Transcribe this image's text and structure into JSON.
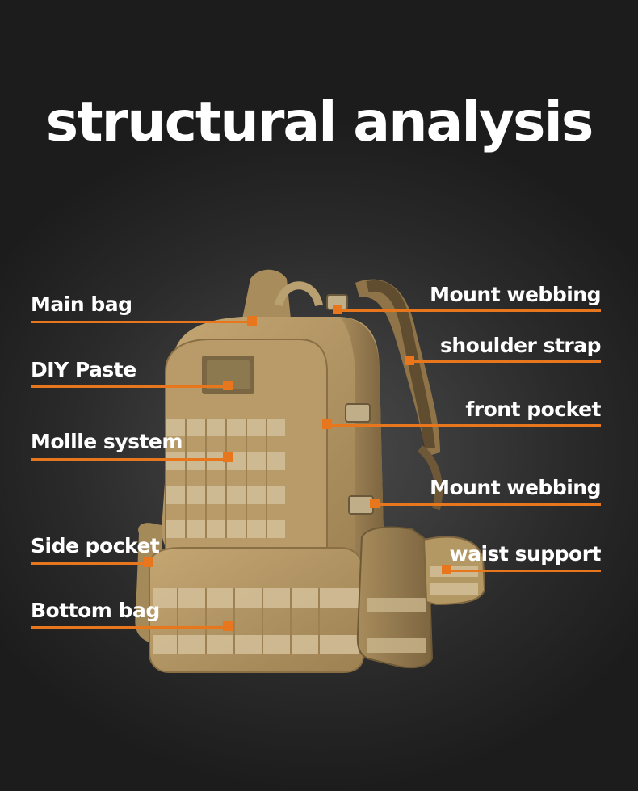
{
  "title": "structural analysis",
  "accent_color": "#e8761c",
  "labels_left": {
    "main_bag": "Main bag",
    "diy_paste": "DIY Paste",
    "molle_system": "Mollle system",
    "side_pocket": "Side pocket",
    "bottom_bag": "Bottom bag"
  },
  "labels_right": {
    "mount_webbing_top": "Mount webbing",
    "shoulder_strap": "shoulder strap",
    "front_pocket": "front pocket",
    "mount_webbing_bottom": "Mount webbing",
    "waist_support": "waist support"
  }
}
